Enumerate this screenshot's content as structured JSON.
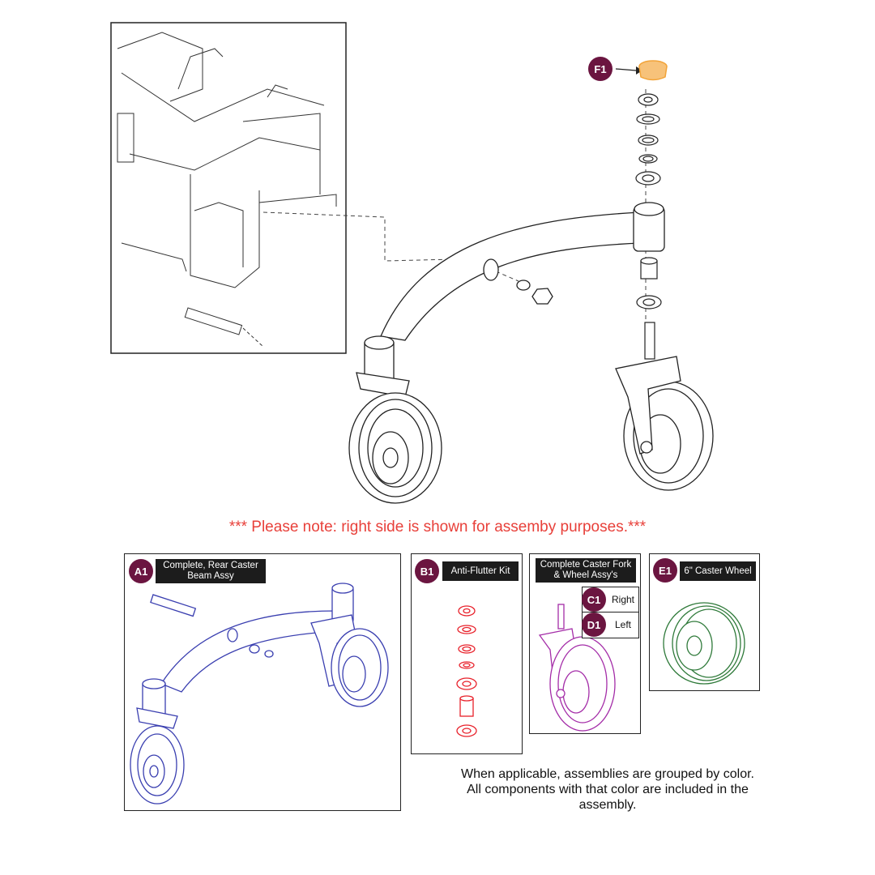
{
  "note": "*** Please note: right side is shown for assemby purposes.***",
  "callouts": {
    "f1": "F1",
    "a1": {
      "code": "A1",
      "label": "Complete, Rear Caster Beam Assy"
    },
    "b1": {
      "code": "B1",
      "label": "Anti-Flutter Kit"
    },
    "cd": {
      "label": "Complete Caster Fork & Wheel Assy's"
    },
    "c1": {
      "code": "C1",
      "side": "Right"
    },
    "d1": {
      "code": "D1",
      "side": "Left"
    },
    "e1": {
      "code": "E1",
      "label": "6\" Caster Wheel"
    }
  },
  "legend": "When applicable, assemblies are grouped by color. All components with that color are included in the assembly.",
  "colors": {
    "badge": "#6b1540",
    "note": "#e8403a",
    "a1": "#3a3fb0",
    "b1": "#e8202a",
    "c1": "#a42da8",
    "e1": "#2f7a3a",
    "f1": "#f2a338"
  }
}
